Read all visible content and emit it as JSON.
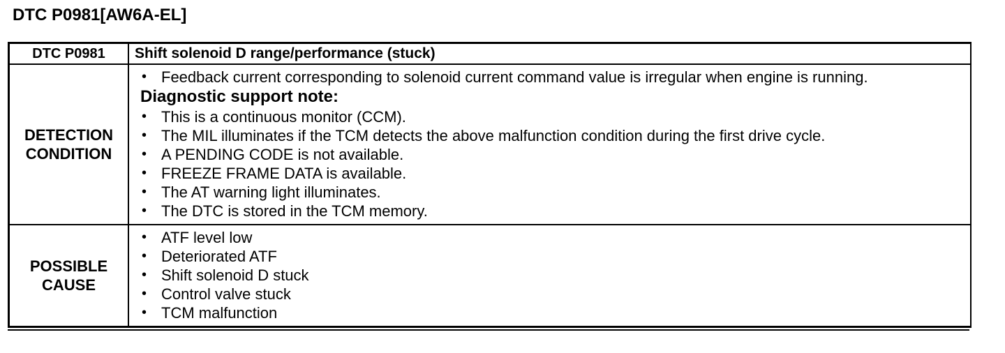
{
  "page": {
    "title": "DTC P0981[AW6A-EL]"
  },
  "table": {
    "header": {
      "code": "DTC P0981",
      "description": "Shift solenoid D range/performance (stuck)"
    },
    "detection": {
      "label_line1": "DETECTION",
      "label_line2": "CONDITION",
      "items": [
        "Feedback current corresponding to solenoid current command value is irregular when engine is running."
      ],
      "note_title": "Diagnostic support note:",
      "note_items": [
        "This is a continuous monitor (CCM).",
        "The MIL illuminates if the TCM detects the above malfunction condition during the first drive cycle.",
        "A PENDING CODE is not available.",
        "FREEZE FRAME DATA is available.",
        "The AT warning light illuminates.",
        "The DTC is stored in the TCM memory."
      ]
    },
    "cause": {
      "label_line1": "POSSIBLE",
      "label_line2": "CAUSE",
      "items": [
        "ATF level low",
        "Deteriorated ATF",
        "Shift solenoid D stuck",
        "Control valve stuck",
        "TCM malfunction"
      ]
    }
  }
}
